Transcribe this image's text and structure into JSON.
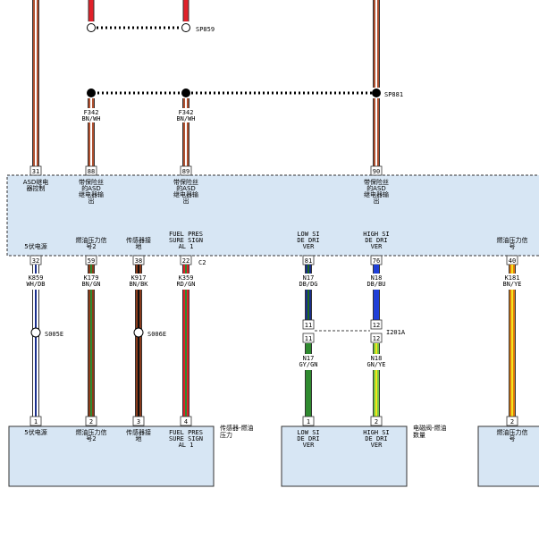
{
  "splices": {
    "top": "SP859",
    "mid": "SP881",
    "s005": "S005E",
    "s006": "S006E"
  },
  "fuse_labels": [
    {
      "code": "F342",
      "color": "BN/WH"
    },
    {
      "code": "F342",
      "color": "BN/WH"
    }
  ],
  "module_top_pins": [
    {
      "num": "31",
      "desc": "ASD继电\n器控制"
    },
    {
      "num": "88",
      "desc": "带保险丝\n的ASD\n继电器输\n出"
    },
    {
      "num": "89",
      "desc": "带保险丝\n的ASD\n继电器输\n出"
    },
    {
      "num": "90",
      "desc": "带保险丝\n的ASD\n继电器输\n出"
    }
  ],
  "module_bottom_pins": [
    {
      "num": "32",
      "desc": "5伏电源",
      "wire": "K859",
      "color": "WH/DB"
    },
    {
      "num": "59",
      "desc": "燃油压力信\n号2",
      "wire": "K179",
      "color": "BN/GN"
    },
    {
      "num": "38",
      "desc": "传感器接\n地",
      "wire": "K917",
      "color": "BN/BK"
    },
    {
      "num": "22",
      "desc": "FUEL PRES\nSURE SIGN\nAL 1",
      "wire": "K359",
      "color": "RD/GN"
    },
    {
      "num": "81",
      "desc": "LOW SI\nDE DRI\nVER",
      "wire": "N17",
      "color": "DB/DG"
    },
    {
      "num": "76",
      "desc": "HIGH SI\nDE DRI\nVER",
      "wire": "N18",
      "color": "DB/BU"
    },
    {
      "num": "40",
      "desc": "燃油压力信\n号",
      "wire": "K181",
      "color": "BN/YE"
    }
  ],
  "connector_tag": "C2",
  "inline_connector": {
    "name": "I201A",
    "pins": [
      "11",
      "11",
      "12",
      "12"
    ],
    "after_wires": [
      {
        "wire": "N17",
        "color": "GY/GN"
      },
      {
        "wire": "N18",
        "color": "GN/YE"
      }
    ]
  },
  "sensor": {
    "title": "传感器-燃油\n压力",
    "pins": [
      {
        "num": "1",
        "desc": "5伏电源"
      },
      {
        "num": "2",
        "desc": "燃油压力信\n号2"
      },
      {
        "num": "3",
        "desc": "传感器接\n地"
      },
      {
        "num": "4",
        "desc": "FUEL PRES\nSURE SIGN\nAL 1"
      }
    ]
  },
  "solenoid": {
    "title": "电磁阀-燃油\n数量",
    "pins": [
      {
        "num": "1",
        "desc": "LOW SI\nDE DRI\nVER"
      },
      {
        "num": "2",
        "desc": "HIGH SI\nDE DRI\nVER"
      }
    ]
  },
  "right_component": {
    "pins": [
      {
        "num": "2",
        "desc": "燃油压力信\n号"
      }
    ]
  },
  "colors": {
    "red": "#e0202a",
    "brown_white": "#b05030",
    "white": "#ffffff",
    "dark_blue": "#1a2e8c",
    "blue": "#1f3fd8",
    "green": "#2f8a2f",
    "dark_green": "#1e6a1e",
    "light_green": "#7ac943",
    "yellow": "#f5e61a",
    "black": "#111111",
    "brown": "#8a3a1a",
    "orange": "#e07a10",
    "module_fill": "#d7e6f4",
    "component_fill": "#d7e6f4"
  }
}
